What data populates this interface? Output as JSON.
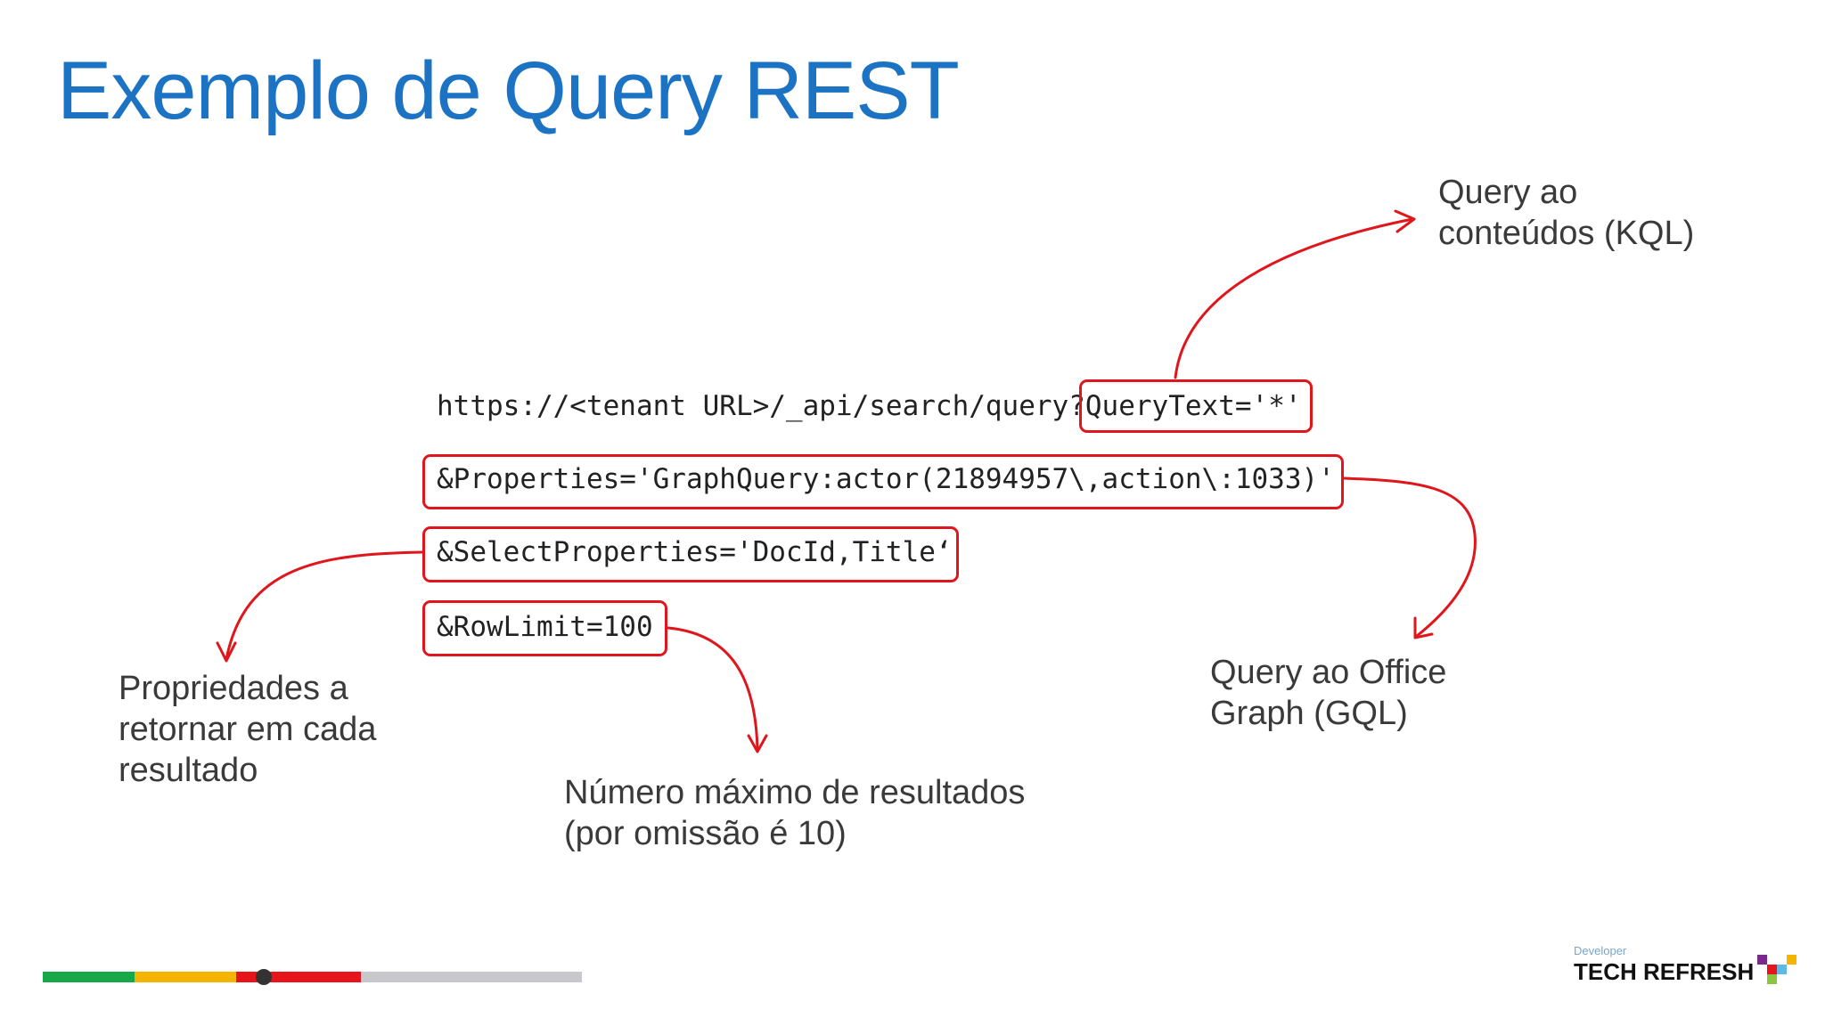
{
  "slide": {
    "title": "Exemplo de Query REST",
    "code_lines": {
      "line1_prefix": "https://<tenant URL>/_api/search/query?",
      "line1_query": "QueryText='*'",
      "line2": "&Properties='GraphQuery:actor(21894957\\,action\\:1033)'",
      "line3": "&SelectProperties='DocId,Title‘",
      "line4": "&RowLimit=100"
    },
    "annotations": {
      "kql": [
        "Query ao",
        "conteúdos (KQL)"
      ],
      "gql": [
        "Query ao Office",
        "Graph (GQL)"
      ],
      "select": [
        "Propriedades a",
        "retornar em cada",
        "resultado"
      ],
      "rowlimit": [
        "Número máximo de resultados",
        "(por omissão é 10)"
      ]
    },
    "colors": {
      "title": "#1c73c4",
      "highlight": "#e0161d",
      "progress_green": "#17a84a",
      "progress_yellow": "#f4b400",
      "progress_red": "#e8141c",
      "progress_gray": "#c8c8cc"
    },
    "progress": {
      "fraction": 0.41
    },
    "logo": {
      "small": "Developer",
      "big": "TECH REFRESH"
    }
  }
}
